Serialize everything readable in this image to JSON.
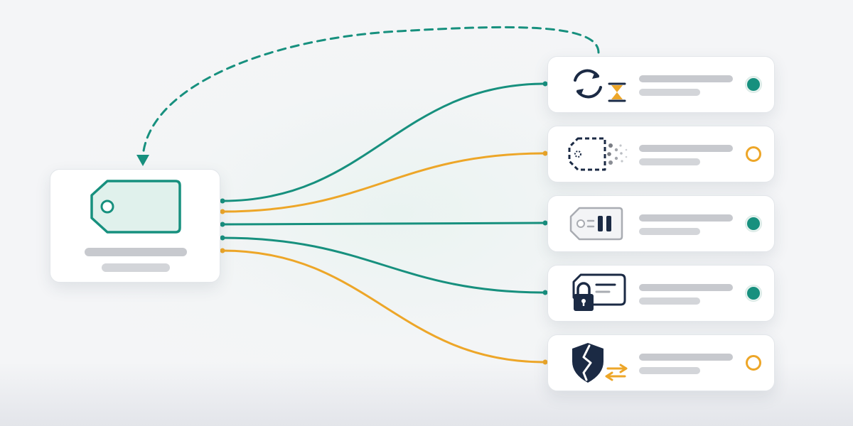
{
  "colors": {
    "teal": "#17907e",
    "orange": "#eda628",
    "navy": "#1b2a44",
    "gray_bar": "#c7c9ce",
    "card_bg": "#ffffff"
  },
  "source": {
    "icon": "price-tag-icon",
    "lines": [
      "",
      ""
    ]
  },
  "feedback_link": {
    "style": "dashed",
    "color": "teal",
    "from": "sync-row",
    "to": "source"
  },
  "rows": [
    {
      "id": "sync",
      "icon": "sync-icon",
      "secondary_icon": "hourglass-icon",
      "link_color": "teal",
      "status": "active",
      "lines": [
        "",
        ""
      ]
    },
    {
      "id": "dissolving-tag",
      "icon": "dissolving-tag-icon",
      "link_color": "orange",
      "status": "pending",
      "lines": [
        "",
        ""
      ]
    },
    {
      "id": "paused-tag",
      "icon": "paused-tag-icon",
      "link_color": "teal",
      "status": "active",
      "lines": [
        "",
        ""
      ]
    },
    {
      "id": "locked-card",
      "icon": "locked-card-icon",
      "secondary_icon": "padlock-icon",
      "link_color": "teal",
      "status": "active",
      "lines": [
        "",
        ""
      ]
    },
    {
      "id": "broken-shield",
      "icon": "broken-shield-icon",
      "secondary_icon": "swap-arrows-icon",
      "link_color": "orange",
      "status": "pending",
      "lines": [
        "",
        ""
      ]
    }
  ]
}
